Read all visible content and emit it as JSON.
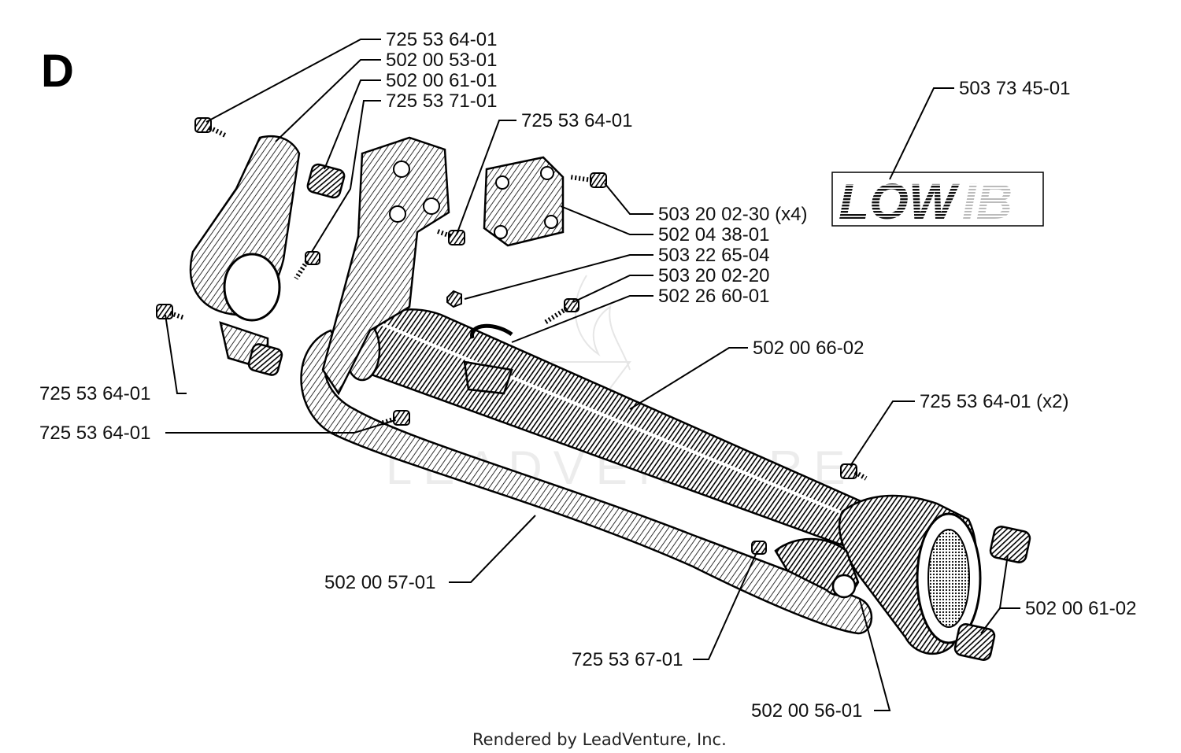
{
  "section_letter": "D",
  "footer": "Rendered by LeadVenture, Inc.",
  "logo": {
    "text_dark": "LOW",
    "text_light": "IB",
    "color_dark": "#111111",
    "color_light": "#bbbbbb"
  },
  "watermark_text": "LEADVENTURE",
  "colors": {
    "ink": "#000000",
    "shade": "#2a2a2a",
    "paper": "#ffffff"
  },
  "callouts": {
    "c1": "725 53 64-01",
    "c2": "502 00 53-01",
    "c3": "502 00 61-01",
    "c4": "725 53 71-01",
    "c5": "725 53 64-01",
    "c6": "503 73 45-01",
    "c7": "503 20 02-30 (x4)",
    "c8": "502 04 38-01",
    "c9": "503 22 65-04",
    "c10": "503 20 02-20",
    "c11": "502 26 60-01",
    "c12": "502 00 66-02",
    "c13": "725 53 64-01",
    "c14": "725 53 64-01",
    "c15": "725 53 64-01 (x2)",
    "c16": "502 00 57-01",
    "c17": "502 00 61-02",
    "c18": "725 53 67-01",
    "c19": "502 00 56-01"
  }
}
